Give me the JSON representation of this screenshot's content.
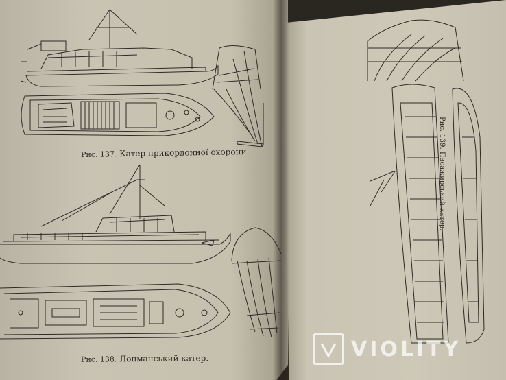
{
  "figures": {
    "fig137": {
      "num": "Рис. 137.",
      "title": "Катер прикордонної охорони."
    },
    "fig138": {
      "num": "Рис. 138.",
      "title": "Лоцманський катер."
    },
    "fig139": {
      "num": "Рис. 139.",
      "title": "Пасажирський катер."
    }
  },
  "watermark": {
    "text": "VIOLITY",
    "icon": "violity-logo-icon"
  }
}
